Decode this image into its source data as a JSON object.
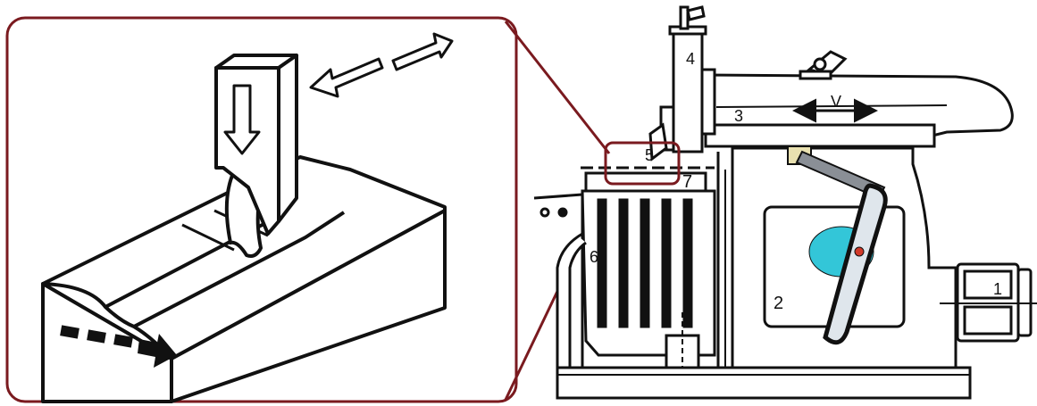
{
  "labels": {
    "part_1": "1",
    "part_2": "2",
    "part_3": "3",
    "part_4": "4",
    "part_5": "5",
    "part_6": "6",
    "part_7": "7",
    "velocity": "V"
  },
  "colors": {
    "callout_border": "#7a1a1f",
    "line": "#111111",
    "crank_disc": "#33c6d8",
    "pin": "#d23a2a",
    "slotted_arm": "#dfe6ec",
    "link": "#8a8f96",
    "block": "#e9e1b0"
  }
}
